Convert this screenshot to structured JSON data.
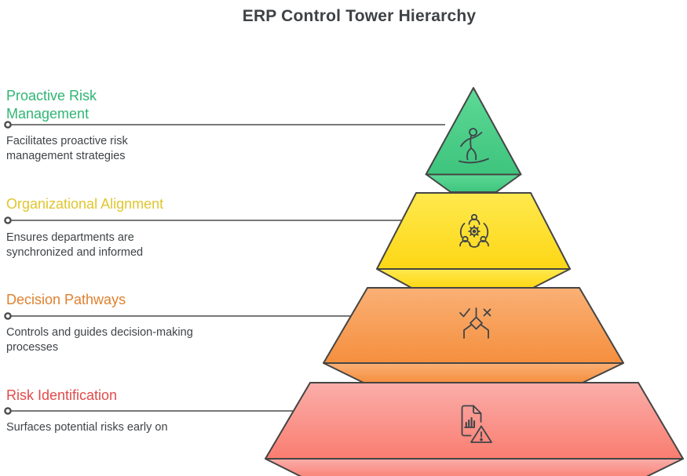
{
  "title": "ERP Control Tower Hierarchy",
  "colors": {
    "title_text": "#3f4245",
    "body_text": "#3f4347",
    "outline": "#454545",
    "connector_line": "#4b4b4b"
  },
  "levels": [
    {
      "rank": 1,
      "heading": "Proactive Risk Management",
      "description": "Facilitates proactive risk management strategies",
      "heading_color": "#2fb573",
      "fill_top": "#5dd996",
      "fill_bottom": "#3ec47d",
      "icon": "balancing-person-icon"
    },
    {
      "rank": 2,
      "heading": "Organizational Alignment",
      "description": "Ensures departments are synchronized and informed",
      "heading_color": "#e0c52e",
      "fill_top": "#ffe94e",
      "fill_bottom": "#fdd715",
      "icon": "team-gear-icon"
    },
    {
      "rank": 3,
      "heading": "Decision Pathways",
      "description": "Controls and guides decision-making processes",
      "heading_color": "#e0812f",
      "fill_top": "#fab075",
      "fill_bottom": "#f58f3e",
      "icon": "decision-branch-icon"
    },
    {
      "rank": 4,
      "heading": "Risk Identification",
      "description": "Surfaces potential risks early on",
      "heading_color": "#e14b49",
      "fill_top": "#fbaeaa",
      "fill_bottom": "#f97d70",
      "icon": "document-risk-icon"
    }
  ]
}
